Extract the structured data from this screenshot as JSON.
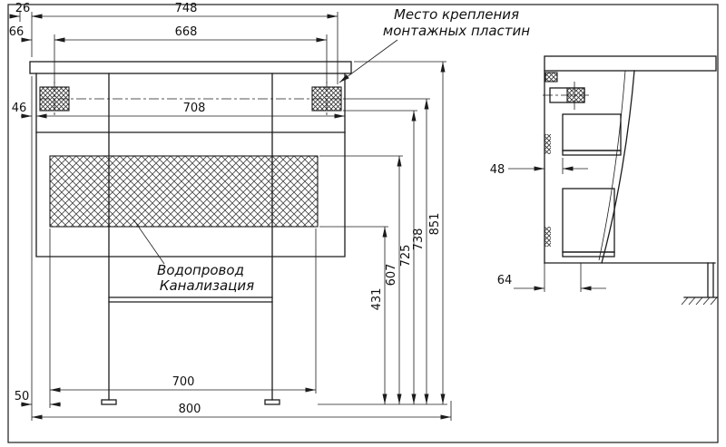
{
  "annotations": {
    "mounting_plates_line1": "Место крепления",
    "mounting_plates_line2": "монтажных пластин",
    "plumbing_line1": "Водопровод",
    "plumbing_line2": "Канализация"
  },
  "dims": {
    "d26": "26",
    "d748": "748",
    "d66": "66",
    "d668": "668",
    "d46": "46",
    "d708": "708",
    "d431": "431",
    "d607": "607",
    "d725": "725",
    "d738": "738",
    "d851": "851",
    "d700": "700",
    "d50": "50",
    "d800": "800",
    "d48": "48",
    "d64": "64"
  },
  "colors": {
    "line": "#1c1c1c",
    "background": "#ffffff"
  }
}
